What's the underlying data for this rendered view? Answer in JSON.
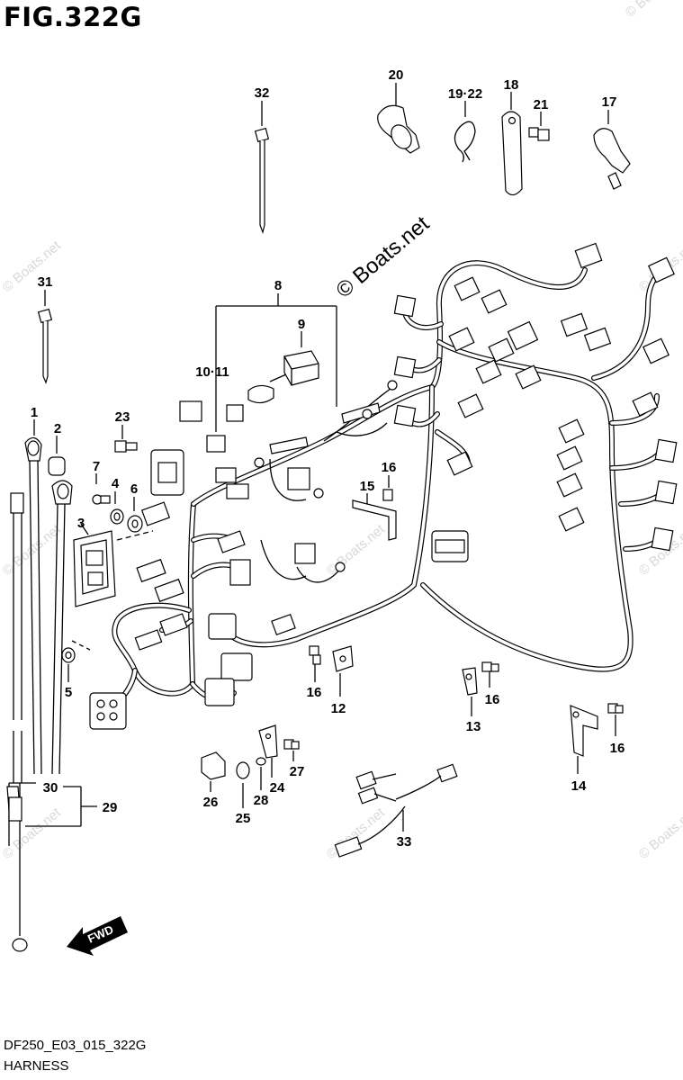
{
  "figure": {
    "title": "FIG.322G",
    "diagram_code": "DF250_E03_015_322G",
    "section_name": "HARNESS"
  },
  "watermark": {
    "main_text": "© Boats.net",
    "faint_text": "© Boats.net"
  },
  "direction_label": "FWD",
  "callouts": {
    "c1": "1",
    "c2": "2",
    "c3": "3",
    "c4": "4",
    "c5": "5",
    "c6": "6",
    "c7": "7",
    "c8": "8",
    "c9": "9",
    "c10_11": "10·11",
    "c12": "12",
    "c13": "13",
    "c14": "14",
    "c15": "15",
    "c16a": "16",
    "c16b": "16",
    "c16c": "16",
    "c16d": "16",
    "c17": "17",
    "c18": "18",
    "c19_22": "19·22",
    "c20": "20",
    "c21": "21",
    "c23": "23",
    "c24": "24",
    "c25": "25",
    "c26": "26",
    "c27": "27",
    "c28": "28",
    "c29": "29",
    "c30": "30",
    "c31": "31",
    "c32": "32",
    "c33": "33"
  },
  "colors": {
    "line": "#000000",
    "background": "#ffffff",
    "watermark": "#d8d8d8"
  }
}
